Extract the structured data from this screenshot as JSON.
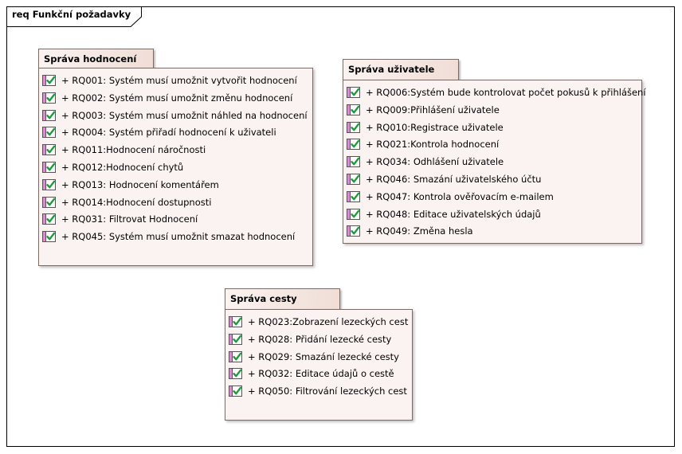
{
  "frame": {
    "title": "req Funkční požadavky"
  },
  "packages": [
    {
      "name": "Správa hodnocení",
      "items": [
        "+ RQ001: Systém musí umožnit vytvořit hodnocení",
        "+ RQ002: Systém musí umožnit změnu hodnocení",
        "+ RQ003: Systém musí umožnit náhled na hodnocení",
        "+ RQ004: Systém přiřadí hodnocení k uživateli",
        "+ RQ011:Hodnocení náročnosti",
        "+ RQ012:Hodnocení chytů",
        "+ RQ013: Hodnocení komentářem",
        "+ RQ014:Hodnocení dostupnosti",
        "+ RQ031: Filtrovat Hodnocení",
        "+ RQ045: Systém musí umožnit smazat hodnocení"
      ]
    },
    {
      "name": "Správa uživatele",
      "items": [
        "+ RQ006:Systém bude kontrolovat počet pokusů k přihlášení",
        "+ RQ009:Přihlášení uživatele",
        "+ RQ010:Registrace uživatele",
        "+ RQ021:Kontrola hodnocení",
        "+ RQ034: Odhlášení uživatele",
        "+ RQ046: Smazání uživatelského účtu",
        "+ RQ047: Kontrola ověřovacím e-mailem",
        "+ RQ048: Editace uživatelských údajů",
        "+ RQ049: Změna hesla"
      ]
    },
    {
      "name": "Správa cesty",
      "items": [
        "+ RQ023:Zobrazení lezeckých cest",
        "+ RQ028: Přidání lezecké cesty",
        "+ RQ029: Smazání lezecké cesty",
        "+ RQ032: Editace údajů o cestě",
        "+ RQ050: Filtrování lezeckých cest"
      ]
    }
  ],
  "icons": {
    "requirement": "requirement-checkbox-icon"
  },
  "colors": {
    "package_fill": "#fbf3f1",
    "package_tab_gradient_end": "#f0ddd6",
    "check_green": "#1f9a3a",
    "icon_pink": "#d48fd0"
  }
}
